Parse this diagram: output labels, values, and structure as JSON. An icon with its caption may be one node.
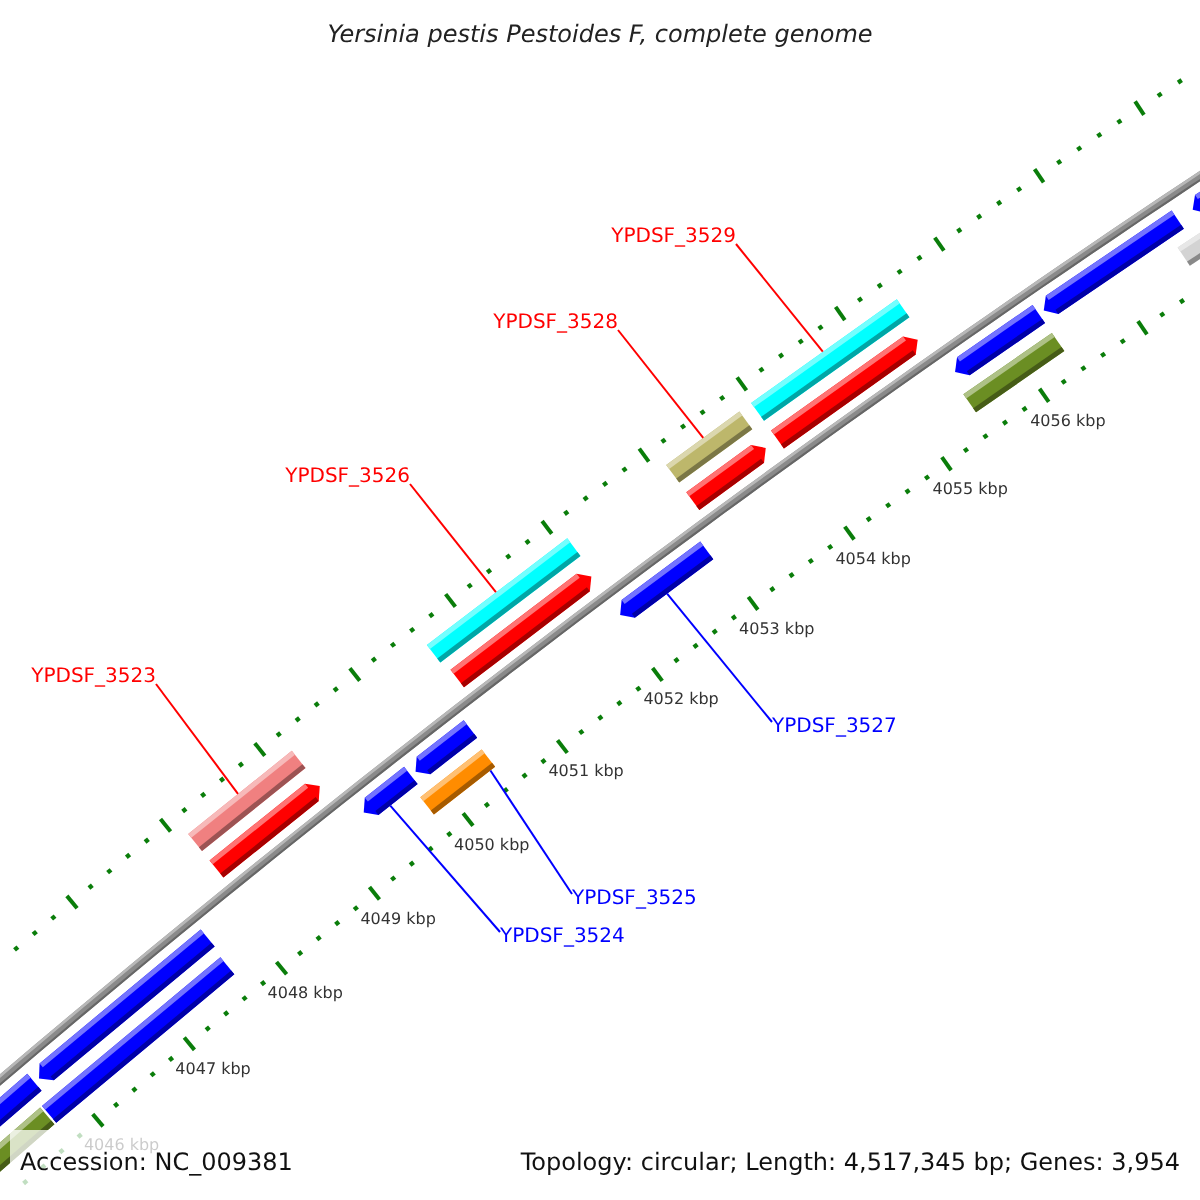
{
  "diagram": {
    "title": "Yersinia pestis Pestoides F, complete genome",
    "nodes": [
      {
        "text": [
          "YPDSF_3529"
        ]
      },
      {
        "text": [
          "YPDSF_3528"
        ]
      },
      {
        "text": [
          "YPDSF_3526"
        ]
      },
      {
        "text": [
          "YPDSF_3523"
        ]
      },
      {
        "text": [
          "YPDSF_3527"
        ]
      },
      {
        "text": [
          "YPDSF_3525"
        ]
      },
      {
        "text": [
          "YPDSF_3524"
        ]
      },
      {
        "text": [],
        "shape": "arrow"
      },
      {
        "text": [],
        "shape": "bar"
      },
      {
        "text": [],
        "shape": "arrow"
      },
      {
        "text": [],
        "shape": "bar"
      },
      {
        "text": [],
        "shape": "bar"
      },
      {
        "text": [],
        "shape": "arrow"
      },
      {
        "text": [],
        "shape": "arrow"
      },
      {
        "text": [],
        "shape": "arrow"
      },
      {
        "text": [],
        "shape": "bar"
      },
      {
        "text": [],
        "shape": "bar"
      },
      {
        "text": [],
        "shape": "arrow"
      },
      {
        "text": [],
        "shape": "arrow"
      },
      {
        "text": [],
        "shape": "bar"
      },
      {
        "text": [],
        "shape": "arrow"
      },
      {
        "text": [],
        "shape": "bar"
      },
      {
        "text": [],
        "shape": "arrow"
      },
      {
        "text": [],
        "shape": "arrow"
      },
      {
        "text": [],
        "shape": "bar"
      },
      {
        "text": [],
        "shape": "arrow"
      },
      {
        "text": [],
        "shape": "arrow"
      },
      {
        "text": [],
        "shape": "bar"
      }
    ],
    "edges": [
      {
        "from": 0,
        "to": 21,
        "arrow": "none"
      },
      {
        "from": 1,
        "to": 19,
        "arrow": "none"
      },
      {
        "from": 2,
        "to": 16,
        "arrow": "none"
      },
      {
        "from": 3,
        "to": 11,
        "arrow": "none"
      },
      {
        "from": 4,
        "to": 18,
        "arrow": "none",
        "color": "#0000ff"
      },
      {
        "from": 5,
        "to": 15,
        "arrow": "none",
        "color": "#0000ff"
      },
      {
        "from": 6,
        "to": 13,
        "arrow": "none",
        "color": "#0000ff"
      }
    ],
    "labels": [
      "4056 kbp",
      "4055 kbp",
      "4054 kbp",
      "4053 kbp",
      "4052 kbp",
      "4051 kbp",
      "4050 kbp",
      "4049 kbp",
      "4048 kbp",
      "4047 kbp",
      "4046 kbp",
      "Accession: NC_009381",
      "Topology: circular; Length: 4,517,345 bp; Genes: 3,954"
    ]
  }
}
